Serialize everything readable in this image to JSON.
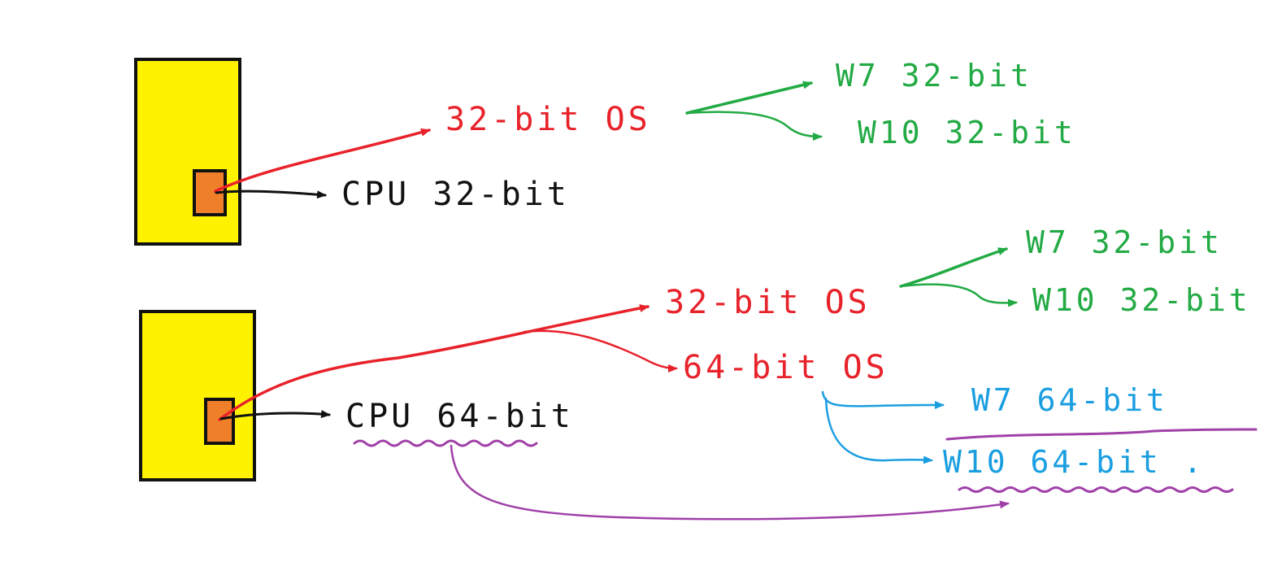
{
  "colors": {
    "chip_body": "#fff200",
    "cpu_core": "#f07f2a",
    "outline": "#111111",
    "os_red": "#e8222a",
    "win_green": "#22aa44",
    "win_blue": "#1a9ee0",
    "highlight_purple": "#a040a8"
  },
  "top_diagram": {
    "cpu_label": "CPU 32-bit",
    "os_label": "32-bit OS",
    "windows": [
      "W7 32-bit",
      "W10 32-bit"
    ]
  },
  "bottom_diagram": {
    "cpu_label": "CPU 64-bit",
    "os_32_label": "32-bit OS",
    "os_64_label": "64-bit OS",
    "windows_32": [
      "W7 32-bit",
      "W10 32-bit"
    ],
    "windows_64": [
      "W7 64-bit",
      "W10 64-bit ."
    ]
  }
}
